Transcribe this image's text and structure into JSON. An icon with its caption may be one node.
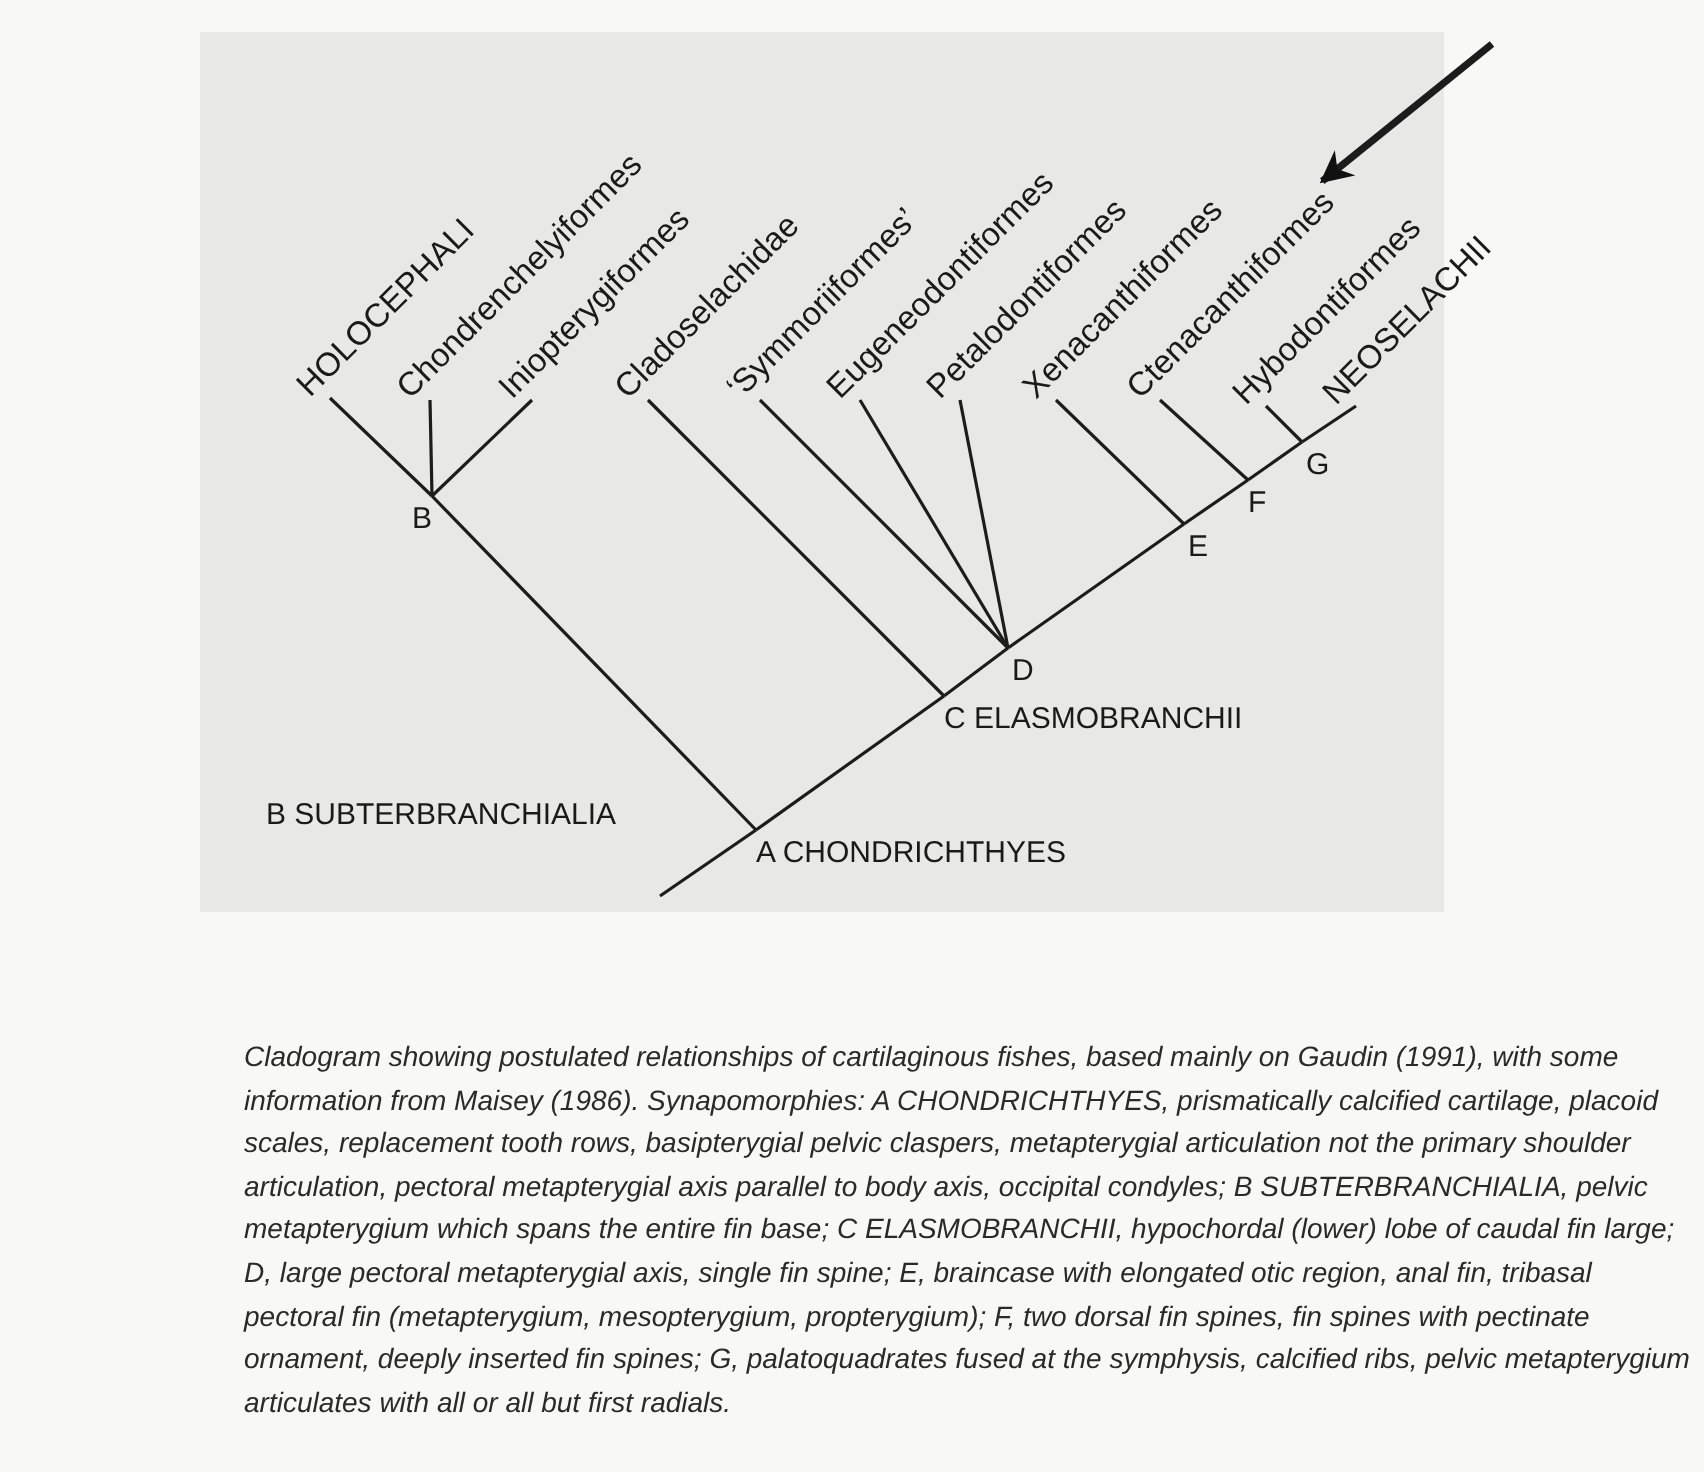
{
  "diagram": {
    "caption": "Cladogram showing postulated relationships of cartilaginous fishes, based mainly on Gaudin (1991), with some information from Maisey (1986). Synapomorphies: A CHONDRICHTHYES, prismatically calcified cartilage, placoid scales, replacement tooth rows, basipterygial pelvic claspers, metapterygial articulation not the primary shoulder articulation, pectoral metapterygial axis parallel to body axis, occipital condyles; B SUBTERBRANCHIALIA, pelvic metapterygium which spans the entire fin base; C ELASMOBRANCHII, hypochordal (lower) lobe of caudal fin large; D, large pectoral metapterygial axis, single fin spine; E, braincase with elongated otic region, anal fin, tribasal pectoral fin (metapterygium, mesopterygium, propterygium); F, two dorsal fin spines, fin spines with pectinate ornament, deeply inserted fin spines; G, palatoquadrates fused at the symphysis, calcified ribs, pelvic metapterygium articulates with all or all but first radials.",
    "nodes": [
      {
        "text": [
          "HOLOCEPHALI"
        ]
      },
      {
        "text": [
          "Chondrenchelyiformes"
        ]
      },
      {
        "text": [
          "Iniopterygiformes"
        ]
      },
      {
        "text": [
          "Cladoselachidae"
        ]
      },
      {
        "text": [
          "‘Symmoriiformes’"
        ]
      },
      {
        "text": [
          "Eugeneodontiformes"
        ]
      },
      {
        "text": [
          "Petalodontiformes"
        ]
      },
      {
        "text": [
          "Xenacanthiformes"
        ]
      },
      {
        "text": [
          "Ctenacanthiformes"
        ]
      },
      {
        "text": [
          "Hybodontiformes"
        ]
      },
      {
        "text": [
          "NEOSELACHII"
        ]
      },
      {
        "text": [
          "B"
        ]
      },
      {
        "text": [
          "G"
        ]
      },
      {
        "text": [
          "F"
        ]
      },
      {
        "text": [
          "E"
        ]
      },
      {
        "text": [
          "D"
        ]
      },
      {
        "text": [
          "C ELASMOBRANCHII"
        ]
      },
      {
        "text": [
          "A CHONDRICHTHYES"
        ]
      }
    ],
    "edges": [
      {
        "from": 11,
        "to": 0,
        "arrow": "none"
      },
      {
        "from": 11,
        "to": 1,
        "arrow": "none"
      },
      {
        "from": 11,
        "to": 2,
        "arrow": "none"
      },
      {
        "from": 17,
        "to": 11,
        "arrow": "none"
      },
      {
        "from": 16,
        "to": 3,
        "arrow": "none"
      },
      {
        "from": 15,
        "to": 4,
        "arrow": "none"
      },
      {
        "from": 15,
        "to": 5,
        "arrow": "none"
      },
      {
        "from": 15,
        "to": 6,
        "arrow": "none"
      },
      {
        "from": 14,
        "to": 7,
        "arrow": "none"
      },
      {
        "from": 13,
        "to": 8,
        "arrow": "none"
      },
      {
        "from": 12,
        "to": 9,
        "arrow": "none"
      },
      {
        "from": 12,
        "to": 10,
        "arrow": "none"
      },
      {
        "from": 17,
        "to": 16,
        "arrow": "none"
      },
      {
        "from": 16,
        "to": 15,
        "arrow": "none"
      },
      {
        "from": 15,
        "to": 14,
        "arrow": "none"
      },
      {
        "from": 14,
        "to": 13,
        "arrow": "none"
      },
      {
        "from": 13,
        "to": 12,
        "arrow": "none"
      },
      {
        "from": null,
        "to": 17,
        "arrow": "none"
      },
      {
        "from": null,
        "to": 8,
        "arrow": "to",
        "style": "thick"
      }
    ],
    "labels": [
      "B SUBTERBRANCHIALIA"
    ]
  }
}
